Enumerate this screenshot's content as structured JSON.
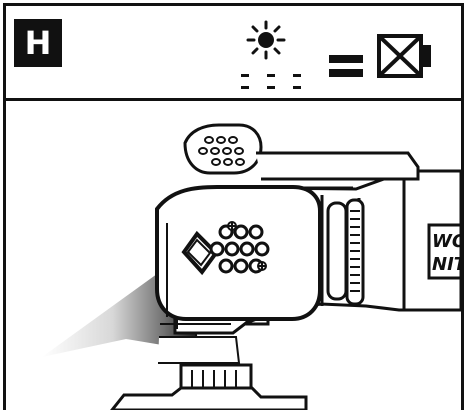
{
  "step": {
    "label": "H"
  },
  "header": {
    "icons": [
      "sun-icon",
      "dashed-base-icon",
      "equals-icon",
      "battery-crossed-icon"
    ]
  },
  "illustration": {
    "subject": "oscillating-tool",
    "features": [
      "work-light",
      "light-beam",
      "blade-clamp",
      "ventilation-pattern"
    ]
  },
  "brand_logo": {
    "line1": "WO",
    "line2": "NIT"
  },
  "colors": {
    "ink": "#111111",
    "paper": "#ffffff",
    "gray": "#d9d9d9"
  }
}
